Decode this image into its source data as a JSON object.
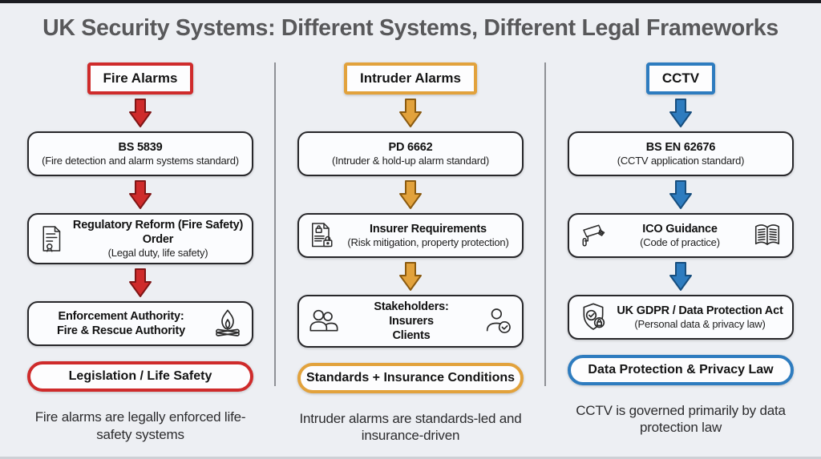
{
  "page": {
    "title": "UK Security Systems: Different Systems, Different Legal Frameworks"
  },
  "colors": {
    "background": "#edeff3",
    "top_bar": "#1c1d22",
    "box_border": "#27272a",
    "box_fill": "#fbfcfe",
    "divider": "#8f9196",
    "title_text": "#58585a",
    "red_accent": "#cf2b2b",
    "amber_accent": "#e2a23c",
    "blue_accent": "#2e7cbf"
  },
  "columns": [
    {
      "id": "fire-alarms",
      "accent": "#cf2b2b",
      "header": "Fire Alarms",
      "standard": {
        "title": "BS 5839",
        "subtitle": "(Fire detection and alarm systems standard)"
      },
      "regulation": {
        "title": "Regulatory Reform (Fire Safety) Order",
        "subtitle": "(Legal duty, life safety)",
        "icon_left": "document-seal-icon"
      },
      "outcome": {
        "line1": "Enforcement Authority:",
        "line2": "Fire & Rescue Authority",
        "icon_right": "campfire-icon"
      },
      "pill": "Legislation / Life Safety",
      "caption": "Fire alarms are legally enforced life-safety systems"
    },
    {
      "id": "intruder-alarms",
      "accent": "#e2a23c",
      "header": "Intruder Alarms",
      "standard": {
        "title": "PD 6662",
        "subtitle": "(Intruder & hold-up alarm standard)"
      },
      "regulation": {
        "title": "Insurer Requirements",
        "subtitle": "(Risk mitigation, property protection)",
        "icon_left": "document-locks-icon"
      },
      "outcome": {
        "line1": "Stakeholders:",
        "line2": "Insurers",
        "line3": "Clients",
        "icon_left": "people-icon",
        "icon_right": "person-check-icon"
      },
      "pill": "Standards + Insurance Conditions",
      "caption": "Intruder alarms are standards-led and insurance-driven"
    },
    {
      "id": "cctv",
      "accent": "#2e7cbf",
      "header": "CCTV",
      "standard": {
        "title": "BS EN 62676",
        "subtitle": "(CCTV application standard)"
      },
      "regulation": {
        "title": "ICO Guidance",
        "subtitle": "(Code of practice)",
        "icon_left": "cctv-camera-icon",
        "icon_right": "open-book-icon"
      },
      "outcome": {
        "line1": "UK GDPR / Data Protection Act",
        "line2": "(Personal data & privacy law)",
        "icon_left": "shield-lock-icon"
      },
      "pill": "Data Protection & Privacy Law",
      "caption": "CCTV is governed primarily by data protection law"
    }
  ]
}
